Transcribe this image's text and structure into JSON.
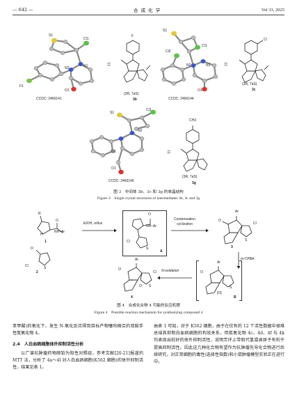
{
  "header": {
    "left": "— 642 —",
    "center": "合 成 化 学",
    "right": "Vol 33, 2025"
  },
  "figure3": {
    "crystals": [
      {
        "ccdc": "CCDC: 2466141",
        "atoms": [
          "S1",
          "Cl1",
          "N2",
          "N1",
          "F1",
          "O1"
        ]
      },
      {
        "ccdc": "CCDC: 2466144",
        "atoms": [
          "S1",
          "Cl2",
          "Cl1",
          "N2",
          "N1",
          "O1"
        ]
      },
      {
        "ccdc": "CCDC: 2466146",
        "atoms": [
          "S1",
          "Cl1",
          "N2",
          "N3",
          "O1"
        ]
      }
    ],
    "structures": [
      {
        "id": "3b",
        "subst": "F",
        "stereo": "(3R, 7aS)"
      },
      {
        "id": "3c",
        "subst": "Cl",
        "stereo": "(3R, 7aS)"
      },
      {
        "id": "3g",
        "subst": "CH3",
        "stereo": "(3R, 7aS)"
      }
    ],
    "caption_cn": "图 3　中间体 3b、3c 和 3g 的单晶结构",
    "caption_en": "Figure 3　Single crystal structures of intermediates 3b, 3c and 3g"
  },
  "figure4": {
    "labels": {
      "r": "R",
      "nh": "H",
      "n": "N",
      "o": "O",
      "nh_ar": "NH–Ar",
      "ar": "Ar",
      "cl": "Cl",
      "s": "S",
      "oxide": "O⁻",
      "plus": "+",
      "c1": "1",
      "c2": "2",
      "c3": "3",
      "c4": "4",
      "ca": "A",
      "cb": "B",
      "oxo": "[O]"
    },
    "conditions": {
      "step1": "EtOH, reflux",
      "step2a": "Condensation",
      "step2b": "cyclization",
      "step3": "m-CPBA",
      "step4": "N-oxidation"
    },
    "caption_cn": "图 4　合成化合物 4 可能的反应机理",
    "caption_en": "Figure 4　Possible reaction mechanism for synthesizing compound 4"
  },
  "body": {
    "left_p1": "苯甲酸)的氧化下，发生 N-氧化反应得到目标产物噻吩稠合的叔胺手性氮氧化物 4。",
    "section": "2.4　人白血病细胞体外抑制活性分析",
    "left_p2": "以广谱抗肿瘤药物顺铂为阳性对照组，参考文献[20-21]报道的 MTT 法，分析了 4a～4l 对人白血病细胞(K562 细胞)的体外抑制活性，结果见表 1。",
    "right_p1": "由表 1 可知，对于 K562 细胞，由于在仅有的 12 个活性数据中很难总结其抑制白血病细胞的构效关系，但氮氧化物 4c、4d、4f 与 4k 均表现出较好的体外抑制活性，说明芳环上带取代氢或卤原子有利于提高抑制活性。因此这几种化合物有望作为抗肿瘤先导化合物进行后续研究，对正常细胞的毒性(选择性指数)和小鼠肿瘤模型实验正在进行中。"
  }
}
